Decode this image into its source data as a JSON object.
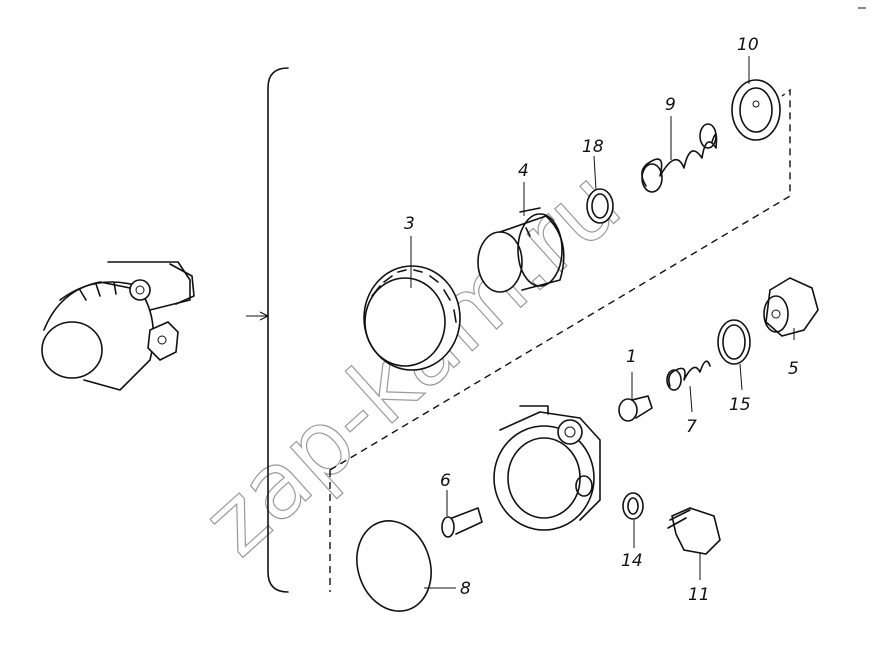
{
  "watermark": "zap-kam.ru",
  "parts": [
    {
      "id": "1",
      "label": "1"
    },
    {
      "id": "3",
      "label": "3"
    },
    {
      "id": "4",
      "label": "4"
    },
    {
      "id": "5",
      "label": "5"
    },
    {
      "id": "6",
      "label": "6"
    },
    {
      "id": "7",
      "label": "7"
    },
    {
      "id": "8",
      "label": "8"
    },
    {
      "id": "9",
      "label": "9"
    },
    {
      "id": "10",
      "label": "10"
    },
    {
      "id": "11",
      "label": "11"
    },
    {
      "id": "14",
      "label": "14"
    },
    {
      "id": "15",
      "label": "15"
    },
    {
      "id": "18",
      "label": "18"
    }
  ]
}
